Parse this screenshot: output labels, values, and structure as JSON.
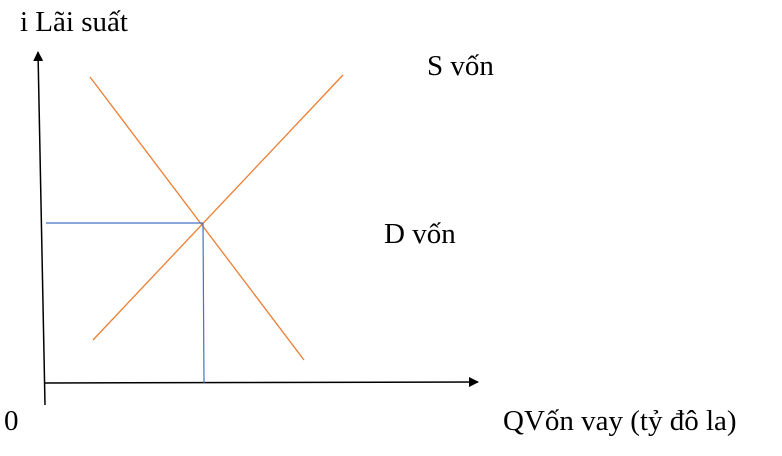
{
  "diagram": {
    "y_axis_label": "i Lãi suất",
    "x_axis_label": "QVốn vay (tỷ đô la)",
    "origin_label": "0",
    "supply_label": "S vốn",
    "demand_label": "D vốn"
  },
  "colors": {
    "axis": "#000000",
    "supply_curve": "#ed7d31",
    "demand_curve": "#ed7d31",
    "equilibrium_guides": "#4472c4",
    "background": "#ffffff",
    "text": "#000000"
  }
}
